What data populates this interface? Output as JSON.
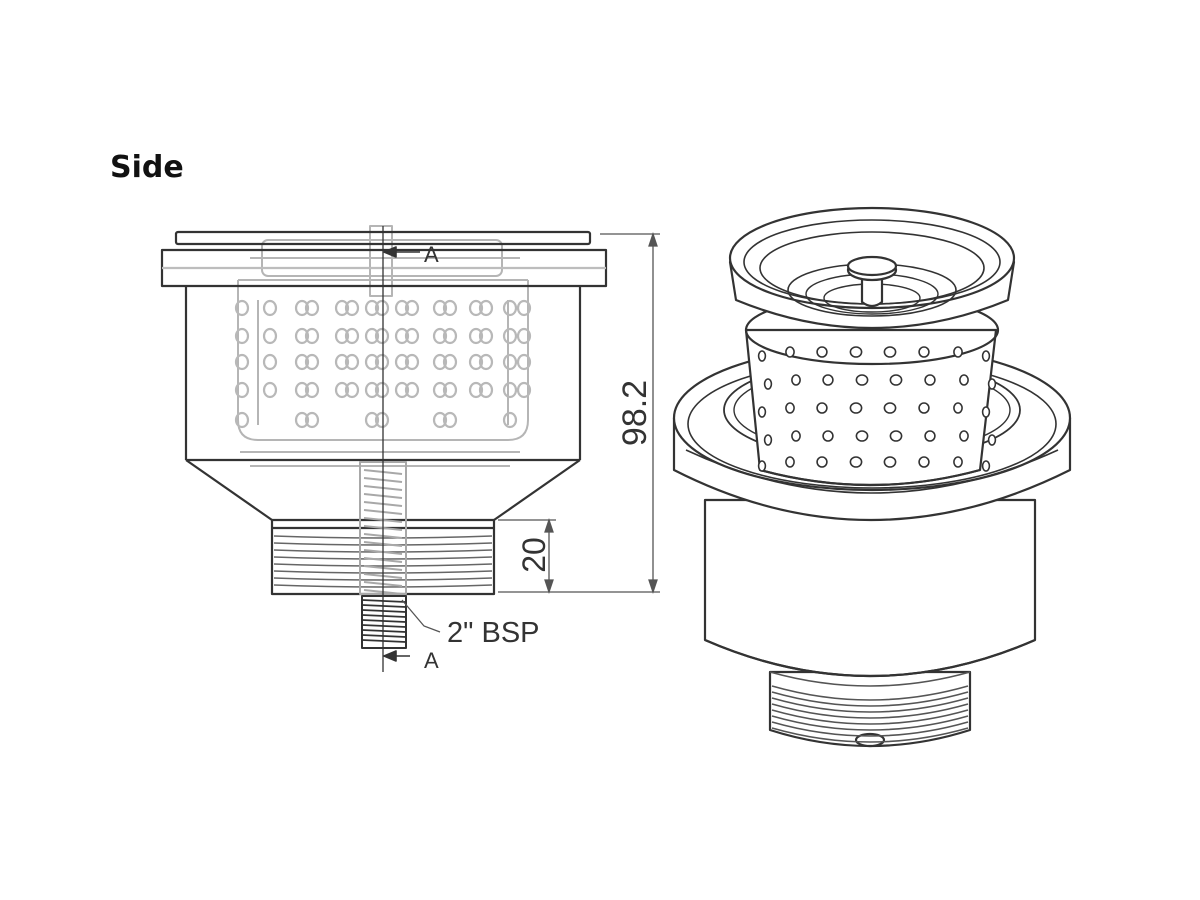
{
  "view_title": "Side",
  "dimensions": {
    "overall_height": "98.2",
    "thread_height": "20",
    "thread_spec": "2\" BSP"
  },
  "section_marks": {
    "top": "A",
    "bottom": "A"
  },
  "colors": {
    "outline": "#333333",
    "hidden_line": "#b3b3b3",
    "dimension": "#555555"
  }
}
